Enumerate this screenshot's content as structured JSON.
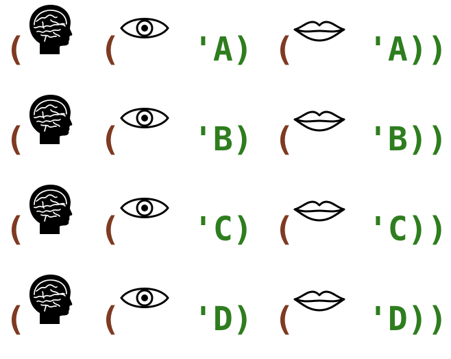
{
  "colors": {
    "paren": "#7f3a22",
    "symbol": "#2e7d1e",
    "icon": "#000000"
  },
  "icons": {
    "head": "brain-head-icon",
    "eye": "eye-icon",
    "lips": "lips-icon"
  },
  "rows": [
    {
      "open1": "(",
      "open2": "(",
      "sym1": "'A)",
      "open3": "(",
      "sym2": "'A))"
    },
    {
      "open1": "(",
      "open2": "(",
      "sym1": "'B)",
      "open3": "(",
      "sym2": "'B))"
    },
    {
      "open1": "(",
      "open2": "(",
      "sym1": "'C)",
      "open3": "(",
      "sym2": "'C))"
    },
    {
      "open1": "(",
      "open2": "(",
      "sym1": "'D)",
      "open3": "(",
      "sym2": "'D))"
    }
  ]
}
